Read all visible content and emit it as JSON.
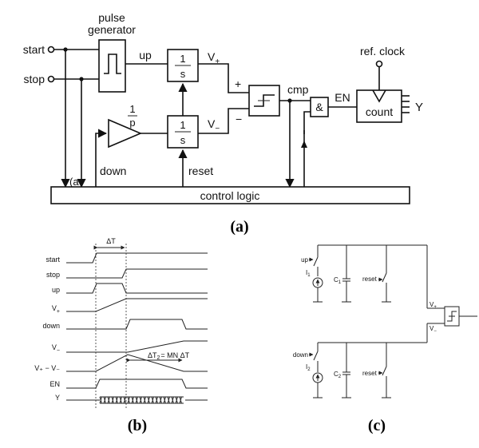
{
  "panel_a": {
    "caption": "(a)",
    "inputs": {
      "start": "start",
      "stop": "stop"
    },
    "pulse_gen": {
      "line1": "pulse",
      "line2": "generator"
    },
    "signals": {
      "up": "up",
      "down": "down",
      "reset": "reset",
      "cmp": "cmp",
      "en": "EN",
      "y": "Y",
      "ref_clock": "ref. clock"
    },
    "integrator": {
      "num": "1",
      "den": "s"
    },
    "gain": {
      "num": "1",
      "den": "p"
    },
    "v_plus": {
      "base": "V",
      "sub": "+"
    },
    "v_minus": {
      "base": "V",
      "sub": "−"
    },
    "comp_plus": "+",
    "comp_minus": "−",
    "and_gate": "&",
    "counter": "count",
    "control": "control logic",
    "stray_mark": "(a"
  },
  "panel_b": {
    "caption": "(b)",
    "delta_t": "ΔT",
    "delta_t2": "ΔT",
    "delta_t2_sub": "2",
    "delta_t2_rhs": "= MN ΔT",
    "rows": [
      {
        "text": "start"
      },
      {
        "text": "stop"
      },
      {
        "text": "up"
      },
      {
        "base": "V",
        "sub": "+"
      },
      {
        "text": "down"
      },
      {
        "base": "V",
        "sub": "−"
      },
      {
        "text": "V₊ − V₋"
      },
      {
        "text": "EN"
      },
      {
        "text": "Y"
      }
    ]
  },
  "panel_c": {
    "caption": "(c)",
    "up": "up",
    "down": "down",
    "i1": {
      "base": "I",
      "sub": "1"
    },
    "i2": {
      "base": "I",
      "sub": "2"
    },
    "c1": {
      "base": "C",
      "sub": "1"
    },
    "c2": {
      "base": "C",
      "sub": "2"
    },
    "reset1": "reset",
    "reset2": "reset",
    "vp": {
      "base": "V",
      "sub": "+"
    },
    "vm": {
      "base": "V",
      "sub": "−"
    }
  }
}
